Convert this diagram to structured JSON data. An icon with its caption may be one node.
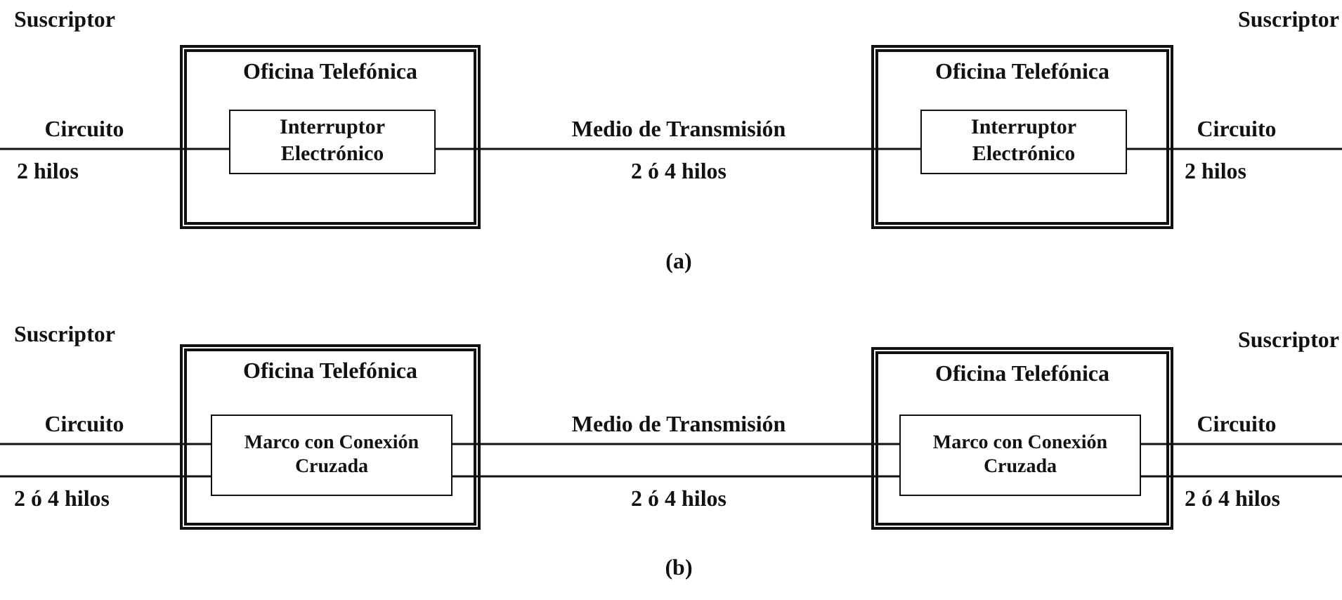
{
  "diagram": {
    "nodes": [
      {
        "text": [
          "Oficina Telefónica"
        ]
      },
      {
        "text": [
          "Interruptor Electrónico"
        ],
        "in": 0
      },
      {
        "text": [
          "Oficina Telefónica"
        ]
      },
      {
        "text": [
          "Interruptor Electrónico"
        ],
        "in": 2
      },
      {
        "text": [
          "Oficina Telefónica"
        ]
      },
      {
        "text": [
          "Marco con Conexión Cruzada"
        ],
        "in": 4
      },
      {
        "text": [
          "Oficina Telefónica"
        ]
      },
      {
        "text": [
          "Marco con Conexión Cruzada"
        ],
        "in": 6
      }
    ],
    "edges": [
      {
        "from": null,
        "to": 1,
        "arrow": "none",
        "label": "Circuito"
      },
      {
        "from": 1,
        "to": 3,
        "arrow": "none",
        "label": "Medio de Transmisión"
      },
      {
        "from": 3,
        "to": null,
        "arrow": "none",
        "label": "Circuito"
      },
      {
        "from": null,
        "to": 5,
        "arrow": "none",
        "label": "Circuito"
      },
      {
        "from": null,
        "to": 5,
        "arrow": "none"
      },
      {
        "from": 5,
        "to": 7,
        "arrow": "none",
        "label": "Medio de Transmisión"
      },
      {
        "from": 5,
        "to": 7,
        "arrow": "none"
      },
      {
        "from": 7,
        "to": null,
        "arrow": "none",
        "label": "Circuito"
      },
      {
        "from": 7,
        "to": null,
        "arrow": "none"
      }
    ],
    "labels": [
      "Suscriptor",
      "Suscriptor",
      "2 hilos",
      "2 ó 4 hilos",
      "2 hilos",
      "(a)",
      "Suscriptor",
      "Suscriptor",
      "2 ó 4 hilos",
      "2 ó 4 hilos",
      "2 ó 4 hilos",
      "(b)"
    ]
  }
}
